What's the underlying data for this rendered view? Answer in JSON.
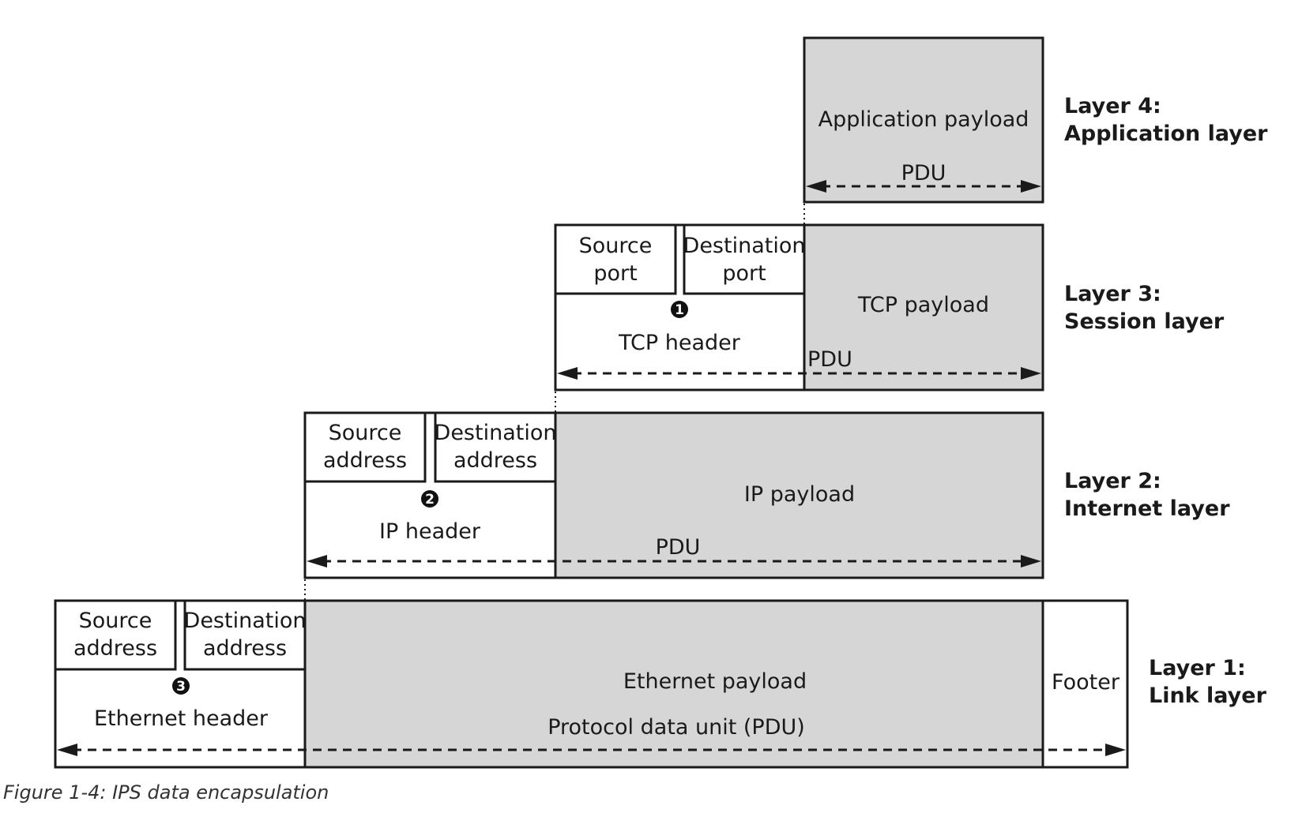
{
  "layers": {
    "application": {
      "name": "Layer 4:",
      "subtitle": "Application layer",
      "payload": "Application payload",
      "pdu": "PDU"
    },
    "session": {
      "name": "Layer 3:",
      "subtitle": "Session layer",
      "field_1": [
        "Source",
        "port"
      ],
      "field_2": [
        "Destination",
        "port"
      ],
      "badge": "1",
      "header": "TCP header",
      "payload": "TCP payload",
      "pdu": "PDU"
    },
    "internet": {
      "name": "Layer 2:",
      "subtitle": "Internet layer",
      "field_1": [
        "Source",
        "address"
      ],
      "field_2": [
        "Destination",
        "address"
      ],
      "badge": "2",
      "header": "IP header",
      "payload": "IP payload",
      "pdu": "PDU"
    },
    "link": {
      "name": "Layer 1:",
      "subtitle": "Link layer",
      "field_1": [
        "Source",
        "address"
      ],
      "field_2": [
        "Destination",
        "address"
      ],
      "badge": "3",
      "header": "Ethernet header",
      "payload": "Ethernet payload",
      "footer": "Footer",
      "pdu": "Protocol data unit (PDU)"
    }
  },
  "caption": "Figure 1-4: IPS data encapsulation",
  "colors": {
    "payload_fill": "#d6d6d6",
    "header_fill": "#ffffff",
    "stroke": "#1a1a1a"
  }
}
